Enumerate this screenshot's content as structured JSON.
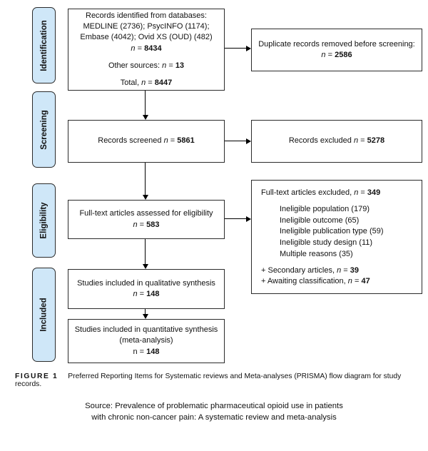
{
  "tokens": {
    "n": "n",
    "eq": " = "
  },
  "stages": {
    "identification": "Identification",
    "screening": "Screening",
    "eligibility": "Eligibility",
    "included": "Included"
  },
  "boxes": {
    "identified": {
      "line1": "Records identified from databases:",
      "line2": "MEDLINE (2736); PsycINFO (1174);",
      "line3": "Embase (4042); Ovid XS (OUD) (482)",
      "n_value": "8434",
      "other_prefix": "Other sources: ",
      "other_value": "13",
      "total_prefix": "Total, ",
      "total_value": "8447"
    },
    "duplicates": {
      "line1": "Duplicate records removed before screening:",
      "n_value": "2586"
    },
    "screened": {
      "prefix": "Records screened ",
      "n_value": "5861"
    },
    "excluded": {
      "prefix": "Records excluded ",
      "n_value": "5278"
    },
    "fulltext": {
      "line1": "Full-text articles assessed for eligibility",
      "n_value": "583"
    },
    "ft_excluded": {
      "header_prefix": "Full-text articles excluded, ",
      "header_value": "349",
      "items": [
        "Ineligible population (179)",
        "Ineligible outcome (65)",
        "Ineligible publication type (59)",
        "Ineligible study design (11)",
        "Multiple reasons (35)"
      ],
      "extra1_prefix": "+ Secondary articles, ",
      "extra1_value": "39",
      "extra2_prefix": "+ Awaiting classification, ",
      "extra2_value": "47"
    },
    "qualitative": {
      "line1": "Studies included in qualitative synthesis",
      "n_value": "148"
    },
    "quantitative": {
      "line1": "Studies included in quantitative synthesis",
      "line2": "(meta-analysis)",
      "n_plain": "n = ",
      "n_value": "148"
    }
  },
  "figure": {
    "caption_label": "FIGURE 1",
    "caption_text": "Preferred Reporting Items for Systematic reviews and Meta-analyses (PRISMA) flow diagram for study records.",
    "source_line1": "Source: Prevalence of problematic pharmaceutical opioid use in patients",
    "source_line2": "with chronic non-cancer pain: A systematic review and meta-analysis"
  },
  "colors": {
    "stage_fill": "#cfe7f8",
    "box_border": "#2b2b2b",
    "arrow": "#000000",
    "background": "#ffffff"
  }
}
